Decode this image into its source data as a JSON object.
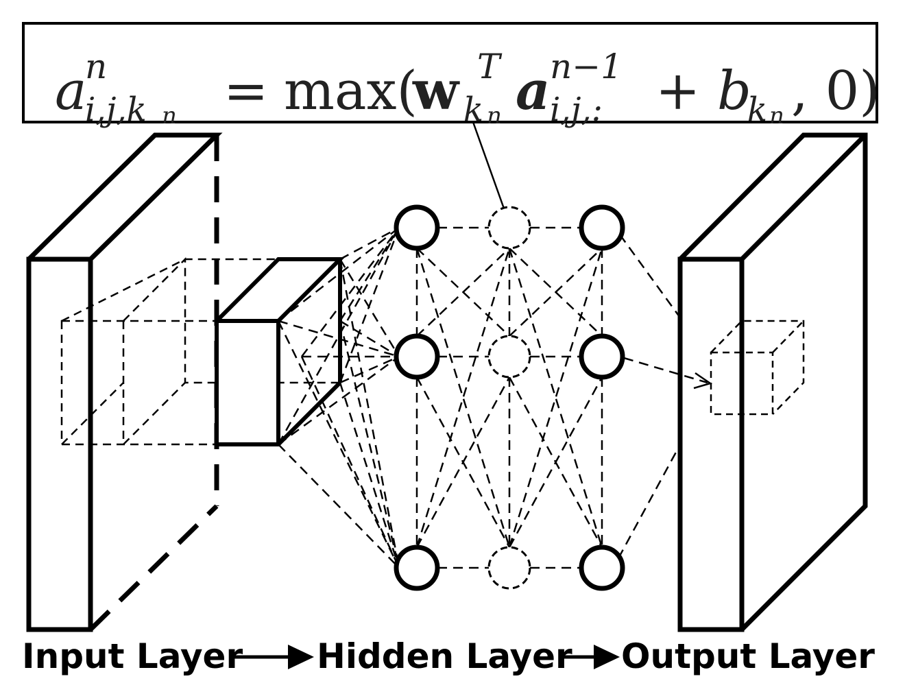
{
  "formula": {
    "lhs_base": "a",
    "lhs_sup": "n",
    "lhs_sub": "i,j,k",
    "lhs_sub_n": "n",
    "equals": "=",
    "max_open": "max(",
    "w": "w",
    "w_sup": "T",
    "w_sub": "k",
    "w_sub_n": "n",
    "a_base": "a",
    "a_sup": "n−1",
    "a_sub": "i,j,:",
    "plus": "+",
    "b": "b",
    "b_sub": "k",
    "b_sub_n": "n",
    "tail": ", 0)"
  },
  "labels": {
    "input": "Input Layer",
    "hidden": "Hidden Layer",
    "output": "Output Layer"
  },
  "network": {
    "columns": 3,
    "rows": 3,
    "dashed_nodes": [
      "1-0",
      "1-1",
      "1-2"
    ],
    "stroke_color": "#000000"
  }
}
